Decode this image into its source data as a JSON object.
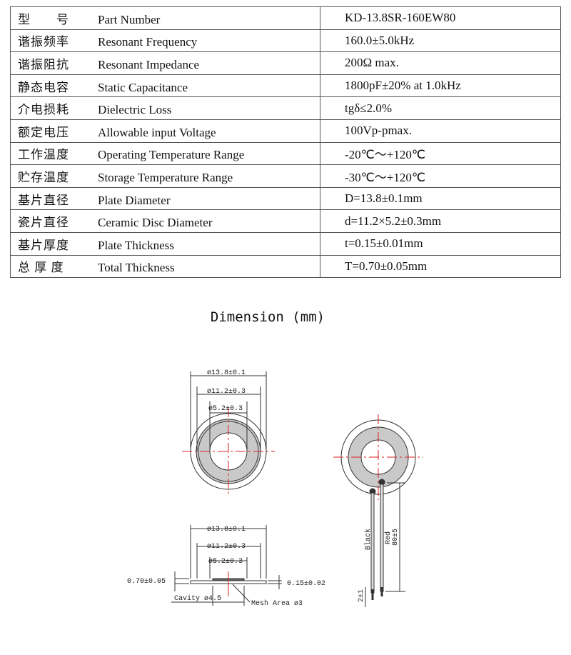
{
  "specs": [
    {
      "cn": "型　　号",
      "en": "Part Number",
      "value": "KD-13.8SR-160EW80"
    },
    {
      "cn": "谐振频率",
      "en": "Resonant Frequency",
      "value": "160.0±5.0kHz"
    },
    {
      "cn": "谐振阻抗",
      "en": "Resonant Impedance",
      "value": "200Ω max."
    },
    {
      "cn": "静态电容",
      "en": "Static Capacitance",
      "value": "1800pF±20% at 1.0kHz"
    },
    {
      "cn": "介电损耗",
      "en": "Dielectric Loss",
      "value": "tgδ≤2.0%"
    },
    {
      "cn": "额定电压",
      "en": "Allowable input Voltage",
      "value": "100Vp-pmax."
    },
    {
      "cn": "工作温度",
      "en": "Operating Temperature Range",
      "value": "-20℃～+120℃"
    },
    {
      "cn": "贮存温度",
      "en": "Storage Temperature Range",
      "value": "-30℃～+120℃"
    },
    {
      "cn": "基片直径",
      "en": "Plate Diameter",
      "value": "D=13.8±0.1mm"
    },
    {
      "cn": "瓷片直径",
      "en": "Ceramic Disc Diameter",
      "value": "d=11.2×5.2±0.3mm"
    },
    {
      "cn": "基片厚度",
      "en": "Plate Thickness",
      "value": "t=0.15±0.01mm"
    },
    {
      "cn": "总 厚 度",
      "en": "Total Thickness",
      "value": "T=0.70±0.05mm"
    }
  ],
  "dimension_title": "Dimension (mm)",
  "diagram": {
    "d_plate": "ø13.8±0.1",
    "d_ceramic": "ø11.2±0.3",
    "d_inner": "ø5.2±0.3",
    "total_thickness": "0.70±0.05",
    "plate_thickness": "0.15±0.02",
    "cavity": "Cavity ø4.5",
    "mesh": "Mesh Area ø3",
    "wire_black": "Black",
    "wire_red": "Red",
    "lead_length": "80±5",
    "strip": "2±1"
  }
}
